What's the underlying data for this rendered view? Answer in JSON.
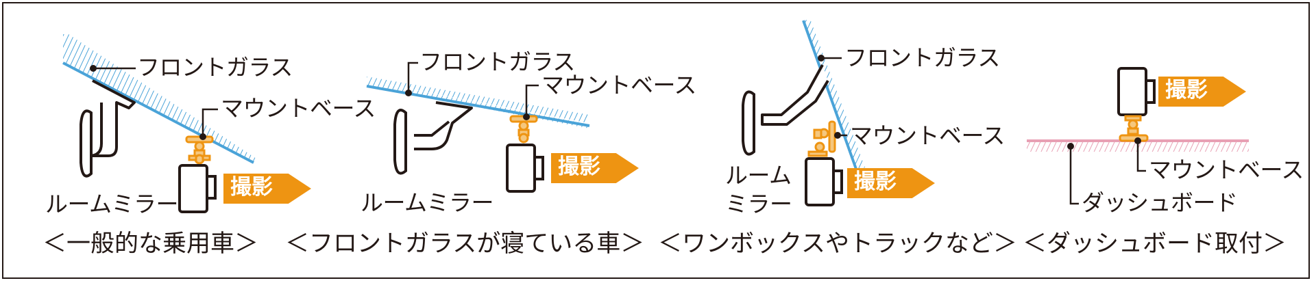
{
  "labels": {
    "windshield": "フロントガラス",
    "mount_base": "マウントベース",
    "room_mirror": "ルームミラー",
    "room_mirror_line1": "ルーム",
    "room_mirror_line2": "ミラー",
    "dashboard": "ダッシュボード",
    "shoot": "撮影"
  },
  "captions": [
    "＜一般的な乗用車＞",
    "＜フロントガラスが寝ている車＞",
    "＜ワンボックスやトラックなど＞",
    "＜ダッシュボード取付＞"
  ],
  "colors": {
    "windshield": "#4aa3d8",
    "dashboard": "#e8a0b4",
    "arrow": "#ee9412",
    "line": "#231815"
  }
}
